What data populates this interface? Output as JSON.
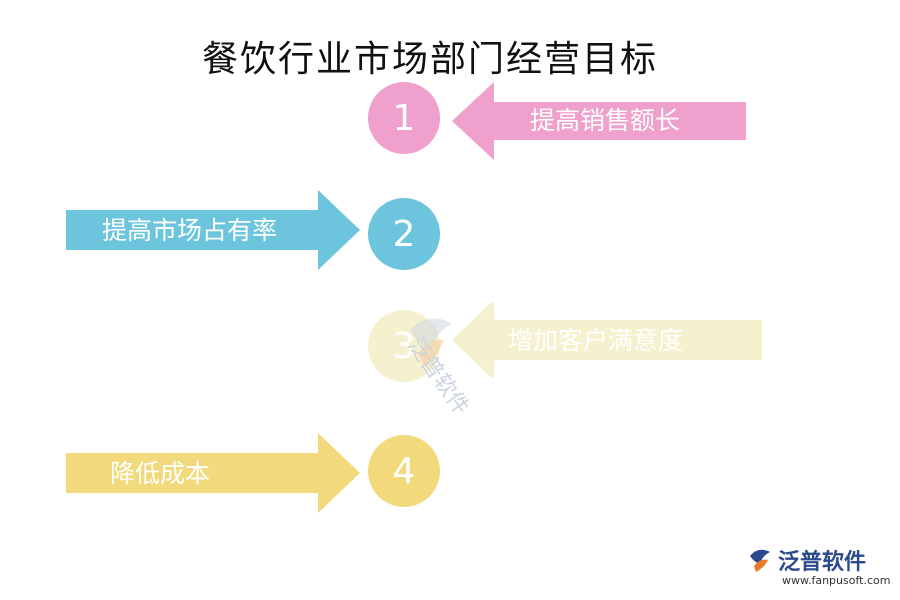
{
  "title": "餐饮行业市场部门经营目标",
  "items": [
    {
      "number": "1",
      "label": "提高销售额长",
      "color": "#f0a0cc",
      "direction": "left"
    },
    {
      "number": "2",
      "label": "提高市场占有率",
      "color": "#6cc5dc",
      "direction": "right"
    },
    {
      "number": "3",
      "label": "增加客户满意度",
      "color": "#f5f0cd",
      "direction": "left"
    },
    {
      "number": "4",
      "label": "降低成本",
      "color": "#f2da7c",
      "direction": "right"
    }
  ],
  "watermark": {
    "text": "泛普软件"
  },
  "logo": {
    "name": "泛普软件",
    "url": "www.fanpusoft.com",
    "icon": "fanpu-logo-icon"
  }
}
